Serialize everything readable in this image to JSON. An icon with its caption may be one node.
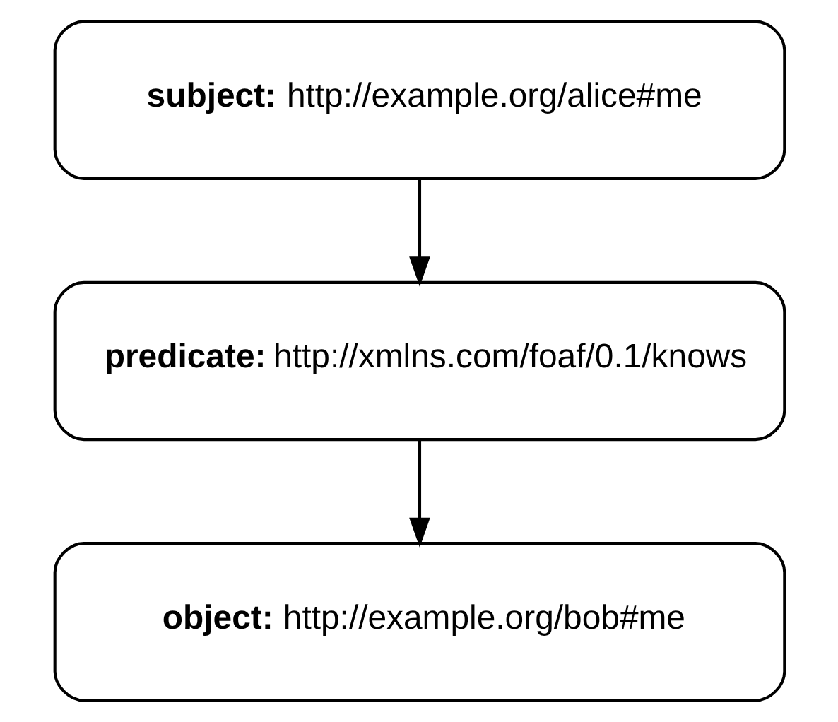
{
  "diagram": {
    "nodes": [
      {
        "text": [
          "**subject:** http://example.org/alice#me"
        ]
      },
      {
        "text": [
          "**predicate:** http://xmlns.com/foaf/0.1/knows"
        ]
      },
      {
        "text": [
          "**object:** http://example.org/bob#me"
        ]
      }
    ],
    "edges": [
      {
        "from": 0,
        "to": 1,
        "arrow": "to"
      },
      {
        "from": 1,
        "to": 2,
        "arrow": "to"
      }
    ]
  }
}
